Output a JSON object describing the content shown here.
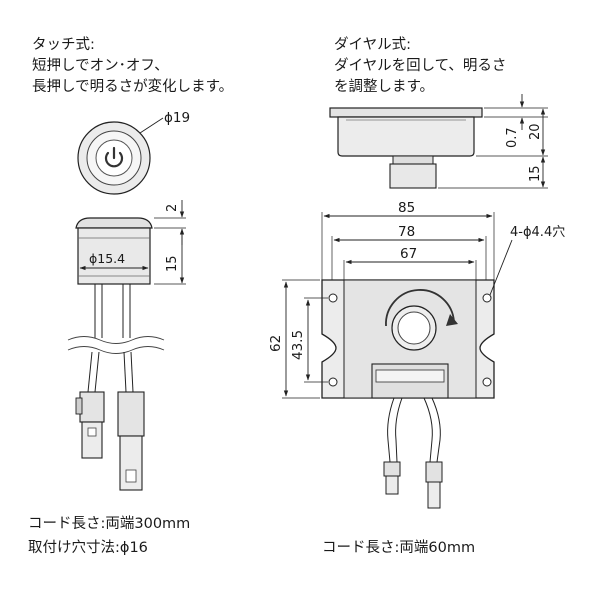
{
  "touch": {
    "title": "タッチ式:",
    "line1": "短押しでオン･オフ、",
    "line2": "長押しで明るさが変化します。",
    "dia_head": "ϕ19",
    "dim_top": "2",
    "dim_body": "15",
    "dia_body": "ϕ15.4",
    "cord": "コード長さ:両端300mm",
    "hole": "取付け穴寸法:ϕ16"
  },
  "dial": {
    "title": "ダイヤル式:",
    "line1": "ダイヤルを回して、明るさ",
    "line2": "を調整します。",
    "dim_thickness": "0.7",
    "dim_height": "20",
    "dim_knob": "15",
    "w_overall": "85",
    "w_holes": "78",
    "w_body": "67",
    "holes": "4-ϕ4.4穴",
    "h_overall": "62",
    "h_holes": "43.5",
    "cord": "コード長さ:両端60mm"
  },
  "colors": {
    "line": "#222222",
    "fill": "#e8e8e8",
    "dark": "#555555"
  }
}
